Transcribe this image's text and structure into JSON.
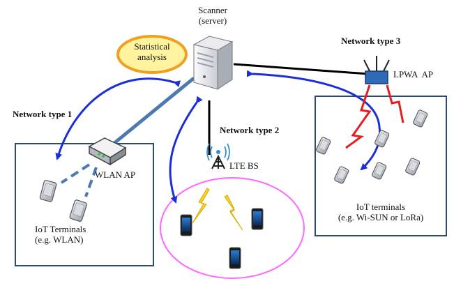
{
  "server": {
    "label_line1": "Scanner",
    "label_line2": "(server)"
  },
  "stats_bubble": {
    "line1": "Statistical",
    "line2": "analysis"
  },
  "network1": {
    "title": "Network type 1",
    "ap_label": "WLAN AP",
    "terminals_line1": "IoT Terminals",
    "terminals_line2": "(e.g. WLAN)"
  },
  "network2": {
    "title": "Network type 2",
    "bs_label": "LTE BS"
  },
  "network3": {
    "title": "Network type 3",
    "ap_label": "LPWA  AP",
    "terminals_line1": "IoT terminals",
    "terminals_line2": "(e.g. Wi-SUN or LoRa)"
  },
  "colors": {
    "box_border": "#2a4a7a",
    "ellipse_border": "#ff66ff",
    "bubble_fill": "#fff3a0",
    "bubble_border": "#f0a020",
    "arrow_blue": "#1c2fd6",
    "wlan_link": "#4a7ab0",
    "lightning_yellow": "#f6d22a",
    "lightning_red": "#e41e1e",
    "lpwa_ap_fill": "#2e6ab8"
  },
  "icons": [
    "server-icon",
    "wlan-router-icon",
    "lte-tower-icon",
    "lpwa-ap-icon",
    "phone-icon",
    "lightning-icon"
  ]
}
